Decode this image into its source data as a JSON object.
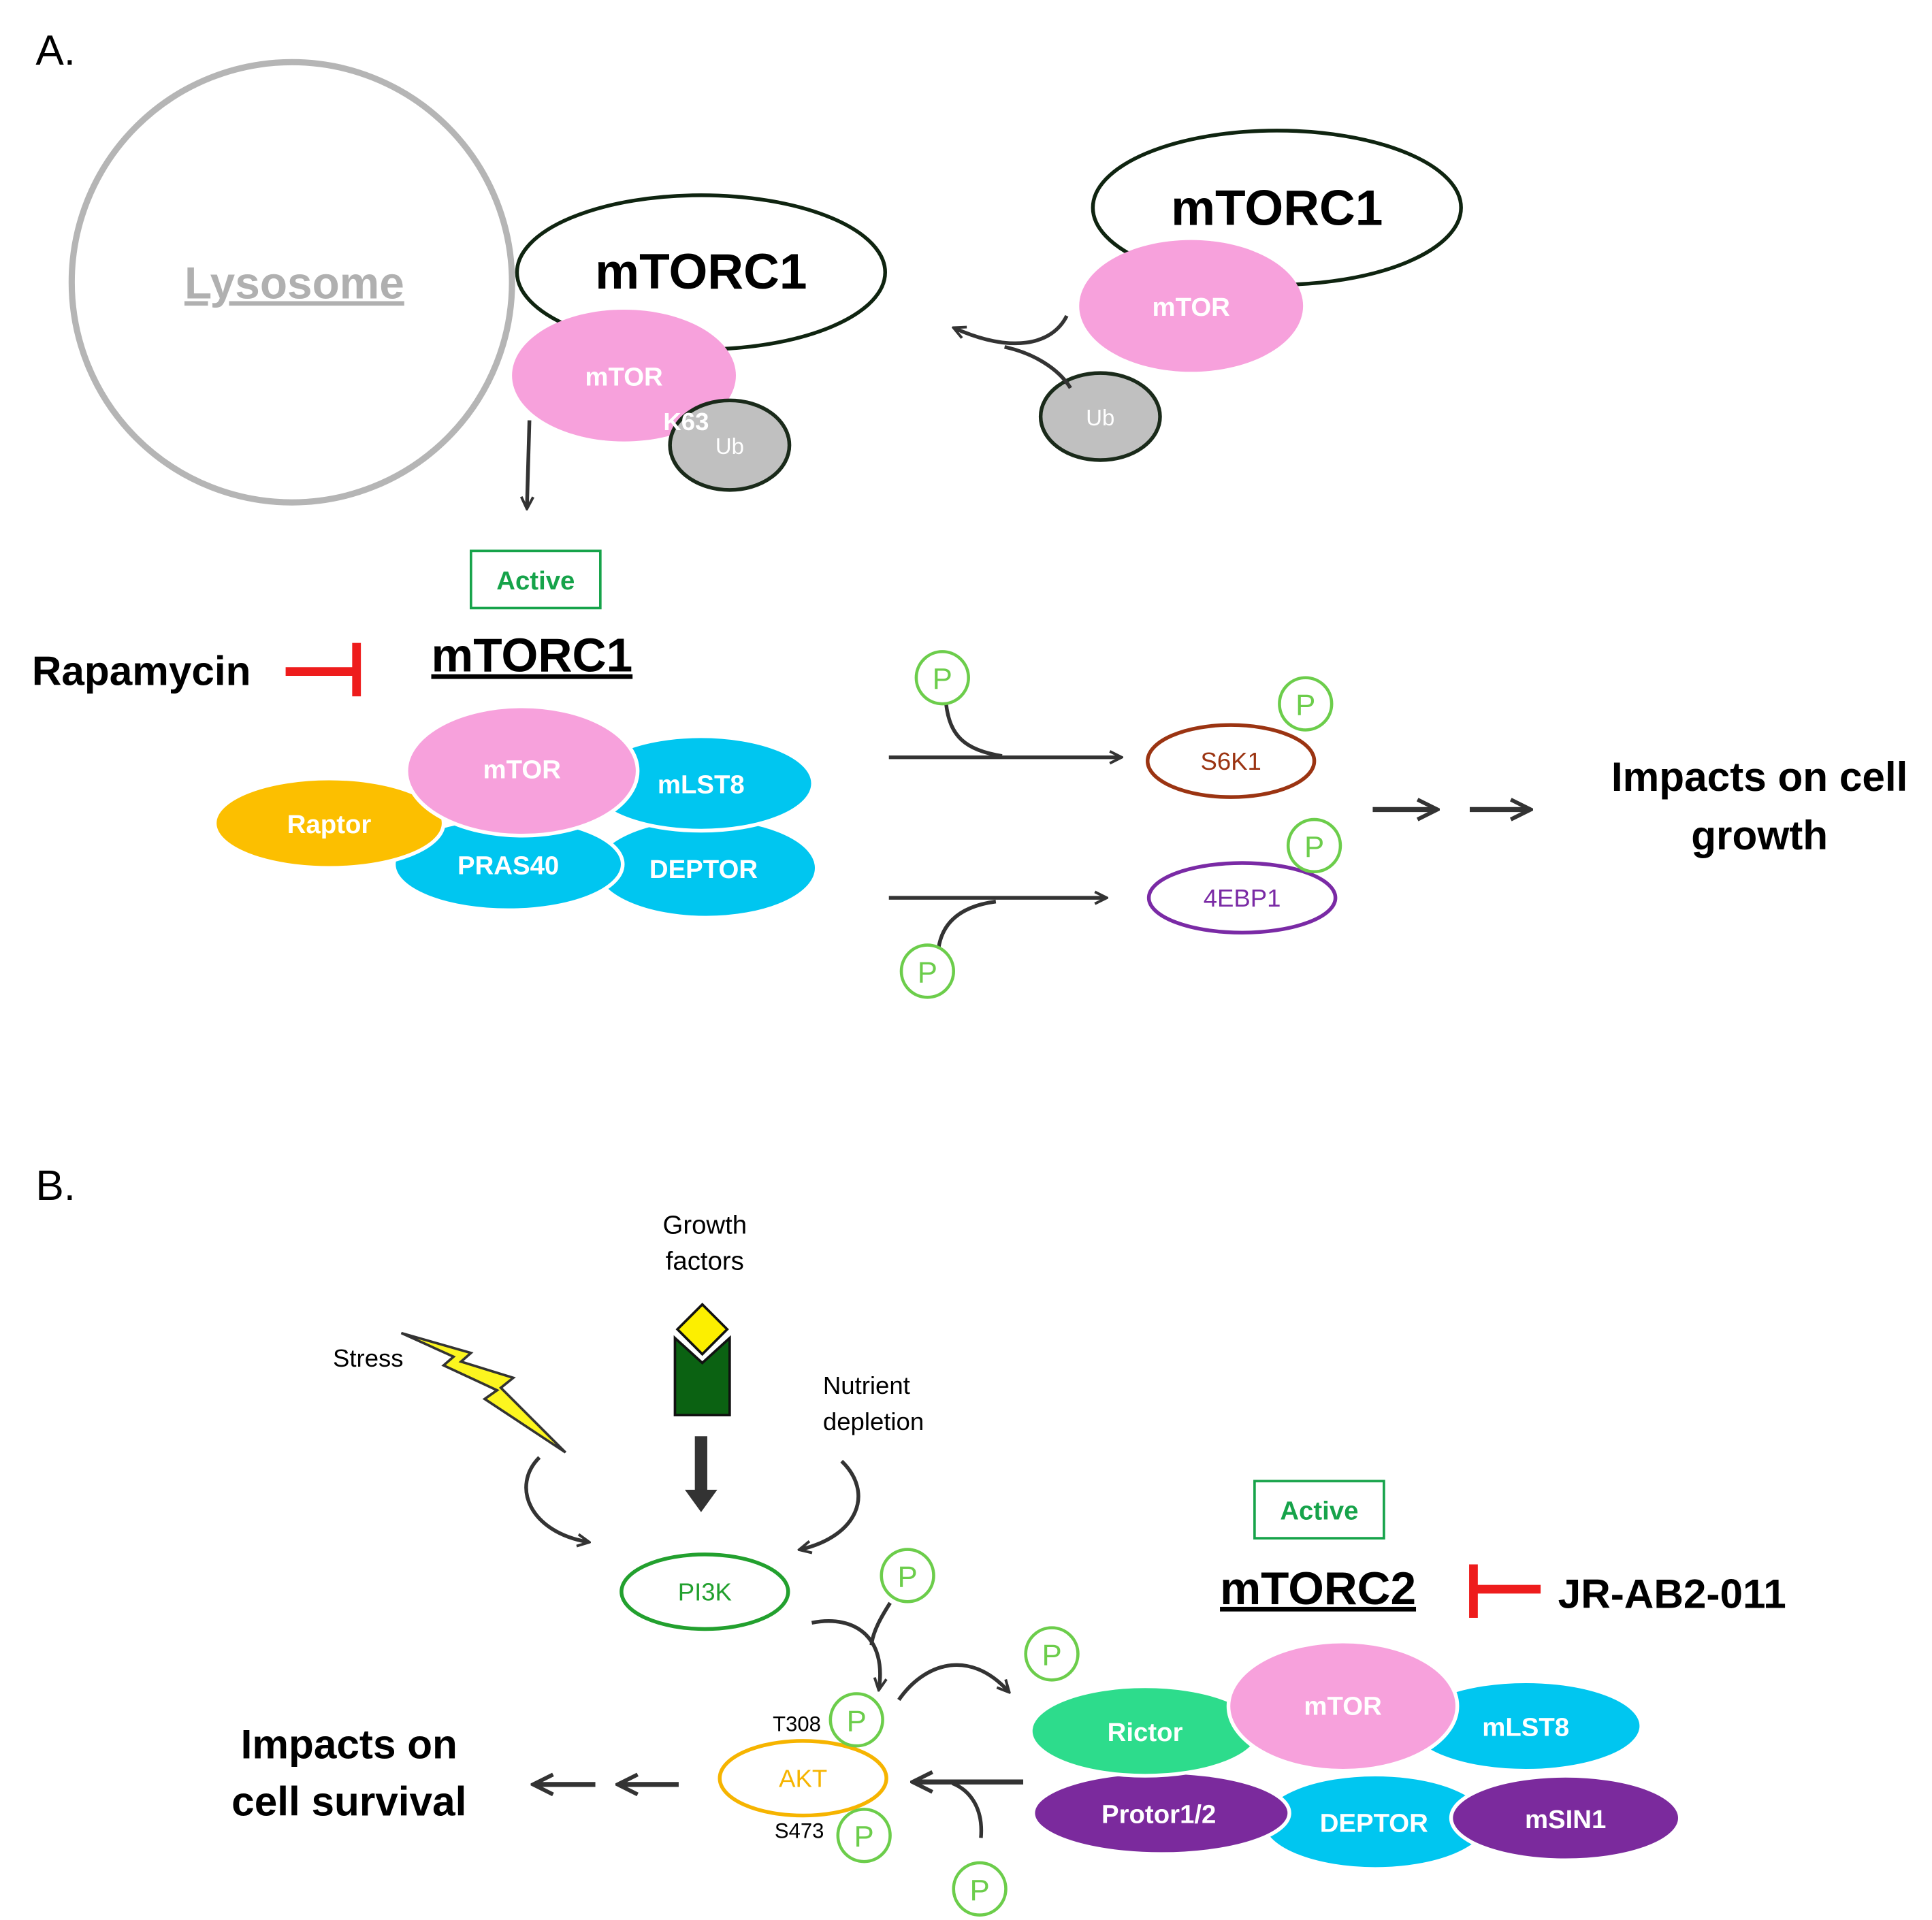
{
  "panel_a": {
    "label": "A.",
    "lysosome": "Lysosome",
    "mtorc1_upper_left": "mTORC1",
    "mtor_upper_left": "mTOR",
    "k63": "K63",
    "ub_left": "Ub",
    "mtorc1_upper_right": "mTORC1",
    "mtor_upper_right": "mTOR",
    "ub_right": "Ub",
    "active": "Active",
    "rapamycin": "Rapamycin",
    "complex_title": "mTORC1",
    "complex": {
      "mtor": "mTOR",
      "raptor": "Raptor",
      "mlst8": "mLST8",
      "pras40": "PRAS40",
      "deptor": "DEPTOR"
    },
    "p": "P",
    "s6k1": "S6K1",
    "ebp1": "4EBP1",
    "impacts_line1": "Impacts on cell",
    "impacts_line2": "growth"
  },
  "panel_b": {
    "label": "B.",
    "growth_line1": "Growth",
    "growth_line2": "factors",
    "stress": "Stress",
    "nutrient_line1": "Nutrient",
    "nutrient_line2": "depletion",
    "pi3k": "PI3K",
    "akt": "AKT",
    "t308": "T308",
    "s473": "S473",
    "p": "P",
    "active": "Active",
    "complex_title": "mTORC2",
    "inhibitor": "JR-AB2-011",
    "complex": {
      "rictor": "Rictor",
      "mtor": "mTOR",
      "mlst8": "mLST8",
      "protor": "Protor1/2",
      "deptor": "DEPTOR",
      "msin1": "mSIN1"
    },
    "impacts_line1": "Impacts on",
    "impacts_line2": "cell survival"
  },
  "colors": {
    "pink": "#f7a1dc",
    "cyan": "#00c6f0",
    "orange": "#fcbf00",
    "green_p": "#6ccd4b",
    "active_green": "#16a34a",
    "inhibit_red": "#ee1c1c",
    "s6k1": "#9b3412",
    "ebp1": "#7a2aa5",
    "pi3k": "#22a02e",
    "akt": "#f6b400",
    "rictor": "#2ddc8c",
    "purple": "#7b2a9d",
    "ub_gray": "#c0c0c0",
    "lysosome_gray": "#b5b5b5"
  },
  "icons": [
    "lightning-bolt-icon",
    "growth-factor-receptor-icon",
    "phosphate-icon",
    "ubiquitin-icon"
  ]
}
